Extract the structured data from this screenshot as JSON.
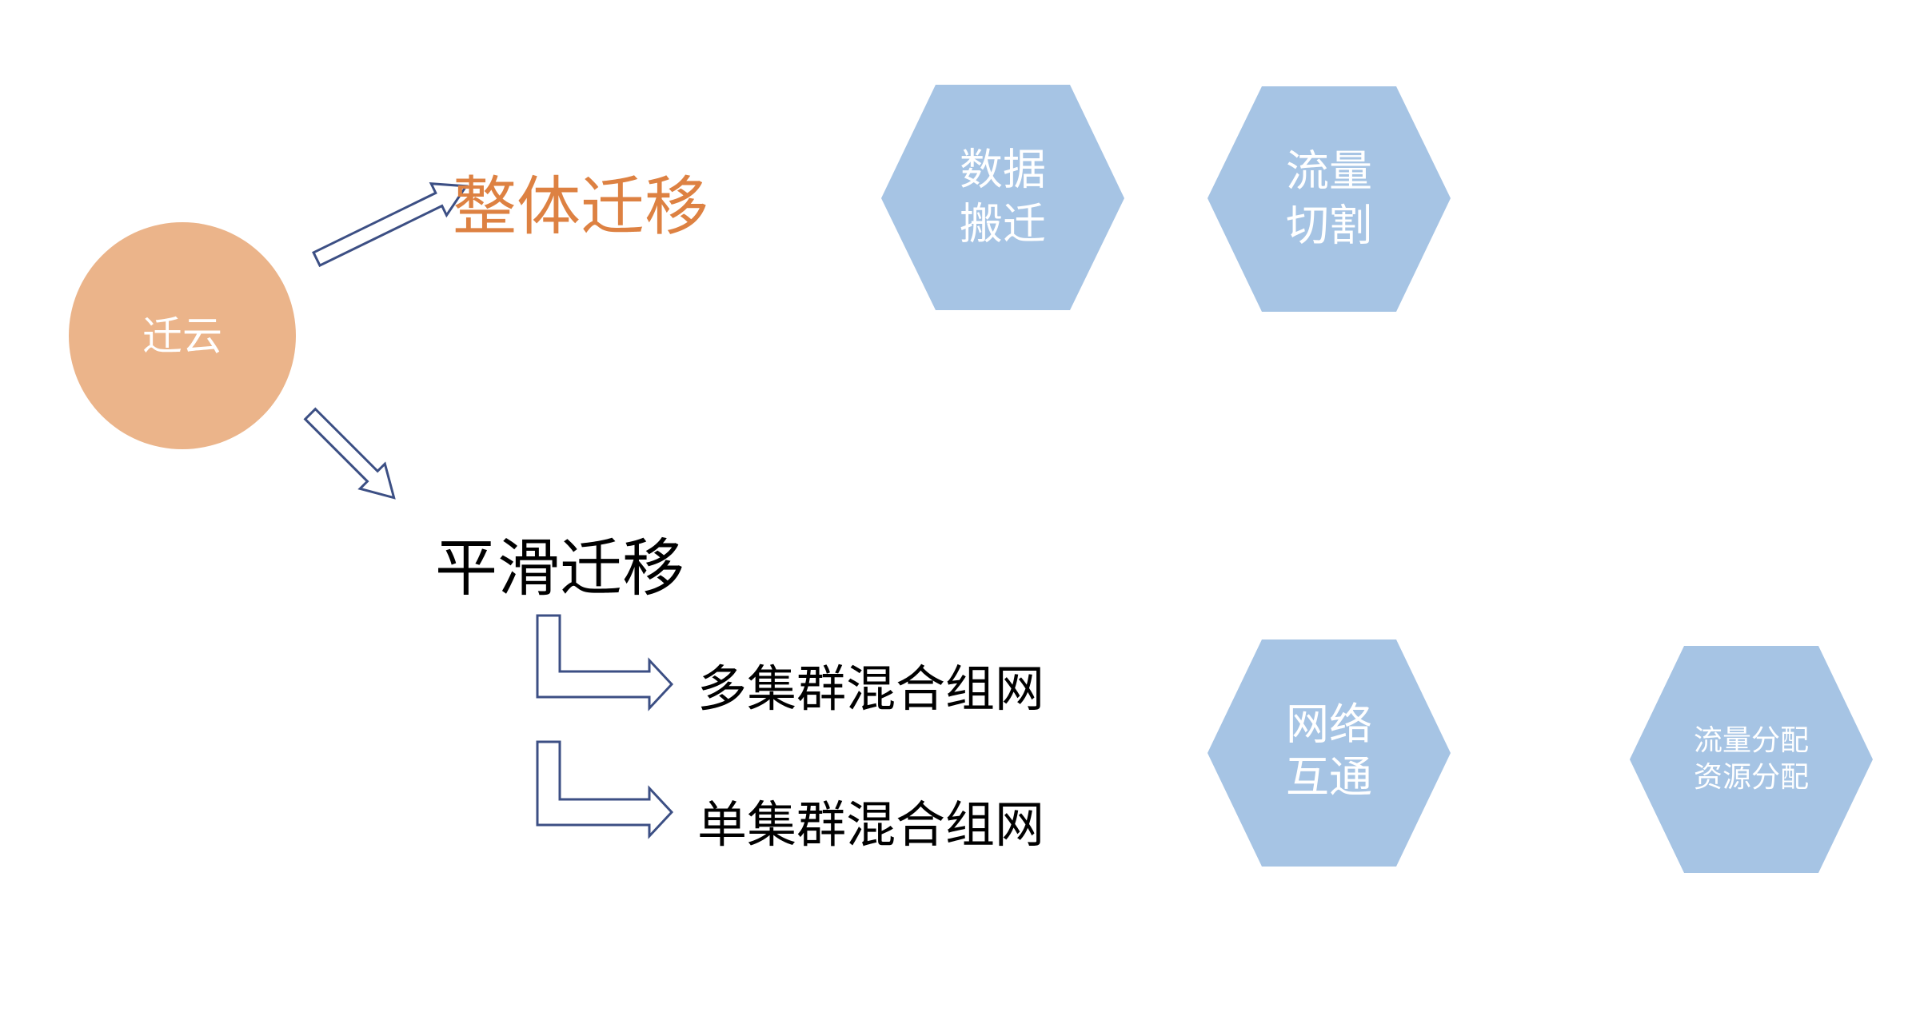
{
  "root": {
    "label": "迁云",
    "color": "#ebb48a"
  },
  "branches": {
    "whole": {
      "label": "整体迁移",
      "color": "#dd8142"
    },
    "smooth": {
      "label": "平滑迁移",
      "color": "#000000"
    }
  },
  "sub_items": [
    {
      "label": "多集群混合组网"
    },
    {
      "label": "单集群混合组网"
    }
  ],
  "hexagons": {
    "data_move": {
      "lines": [
        "数据",
        "搬迁"
      ]
    },
    "traffic_switch": {
      "lines": [
        "流量",
        "切割"
      ]
    },
    "network": {
      "lines": [
        "网络",
        "互通"
      ]
    },
    "allocation": {
      "lines": [
        "流量分配",
        "资源分配"
      ]
    }
  },
  "colors": {
    "hexagon_fill": "#a6c4e4",
    "arrow_stroke": "#3c4f84"
  }
}
